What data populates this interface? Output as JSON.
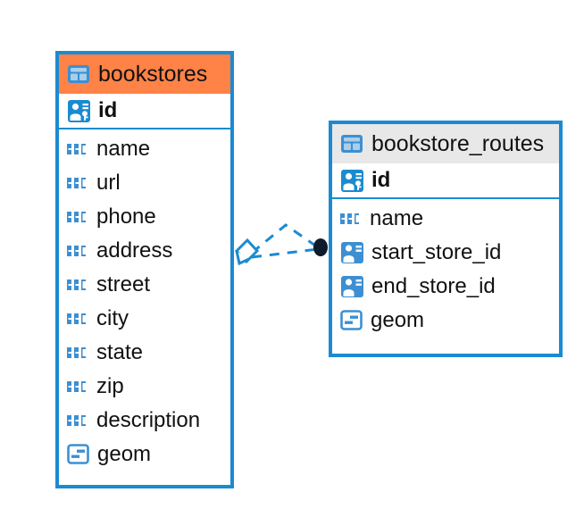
{
  "diagram": {
    "title": "Database entity relationship diagram",
    "background_color": "#ffffff",
    "accent_blue": "#1b8bd0",
    "header_orange": "#ff8247",
    "header_gray": "#e8e8e8",
    "connector_color": "#1b8bd0",
    "endpoint_color": "#0d1b2a"
  },
  "entities": [
    {
      "name": "bookstores",
      "header_style": "orange",
      "table_icon": "table-icon",
      "primary_keys": [
        {
          "label": "id",
          "icon": "primary-key-icon"
        }
      ],
      "fields": [
        {
          "label": "name",
          "icon": "text-abc-icon"
        },
        {
          "label": "url",
          "icon": "text-abc-icon"
        },
        {
          "label": "phone",
          "icon": "text-abc-icon"
        },
        {
          "label": "address",
          "icon": "text-abc-icon"
        },
        {
          "label": "street",
          "icon": "text-abc-icon"
        },
        {
          "label": "city",
          "icon": "text-abc-icon"
        },
        {
          "label": "state",
          "icon": "text-abc-icon"
        },
        {
          "label": "zip",
          "icon": "text-abc-icon"
        },
        {
          "label": "description",
          "icon": "text-abc-icon"
        },
        {
          "label": "geom",
          "icon": "geometry-icon"
        }
      ]
    },
    {
      "name": "bookstore_routes",
      "header_style": "gray",
      "table_icon": "table-icon",
      "primary_keys": [
        {
          "label": "id",
          "icon": "primary-key-icon"
        }
      ],
      "fields": [
        {
          "label": "name",
          "icon": "text-abc-icon"
        },
        {
          "label": "start_store_id",
          "icon": "foreign-key-icon"
        },
        {
          "label": "end_store_id",
          "icon": "foreign-key-icon"
        },
        {
          "label": "geom",
          "icon": "geometry-icon"
        }
      ]
    }
  ],
  "relationship": {
    "from_entity": "bookstores",
    "to_entity": "bookstore_routes",
    "line_style": "dashed",
    "source_marker": "open-diamond",
    "target_marker": "filled-circle"
  }
}
